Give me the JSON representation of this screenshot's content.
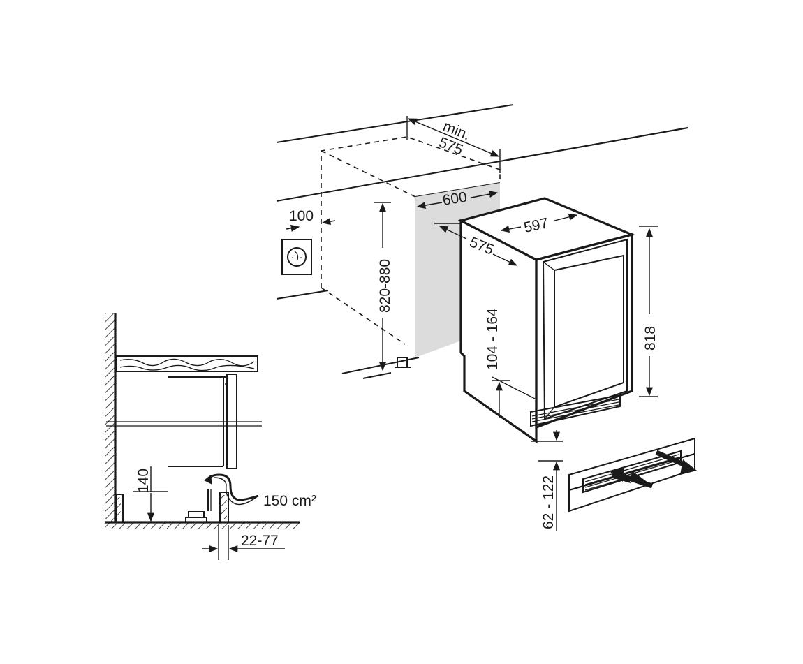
{
  "dimensions": {
    "niche_depth_min": {
      "line1": "min.",
      "line2": "575"
    },
    "niche_width": "600",
    "socket_offset": "100",
    "niche_height": "820-880",
    "appliance_width": "597",
    "appliance_depth": "575",
    "door_offset": "104 - 164",
    "appliance_height": "818",
    "plinth_height": "62 - 122",
    "vent_height": "140",
    "vent_area": "150 cm²",
    "plinth_setback": "22-77"
  },
  "icons": {
    "socket": "power-socket-icon",
    "airflow_in": "air-inflow-arrow-icon",
    "airflow_out": "air-outflow-arrow-icon"
  },
  "colors": {
    "line": "#1a1a1a",
    "niche_back_fill": "#dcdcdc",
    "plinth_grill_fill": "#d4d4d4",
    "wood_fill": "#ffffff"
  }
}
